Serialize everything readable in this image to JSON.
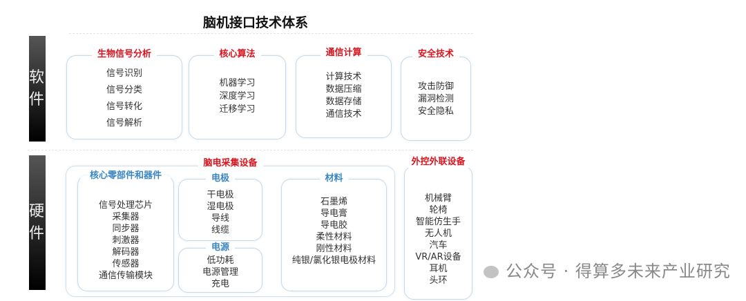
{
  "title": "脑机接口技术体系",
  "software": {
    "label": "软件",
    "groups": [
      {
        "title": "生物信号分析",
        "items": [
          "信号识别",
          "信号分类",
          "信号转化",
          "信号解析"
        ]
      },
      {
        "title": "核心算法",
        "items": [
          "机器学习",
          "深度学习",
          "迁移学习"
        ]
      },
      {
        "title": "通信计算",
        "items": [
          "计算技术",
          "数据压缩",
          "数据存储",
          "通信技术"
        ]
      },
      {
        "title": "安全技术",
        "items": [
          "攻击防御",
          "漏洞检测",
          "安全隐私"
        ]
      }
    ]
  },
  "hardware": {
    "label": "硬件",
    "acquisition": {
      "title": "脑电采集设备",
      "core": {
        "title": "核心零部件和器件",
        "items": [
          "信号处理芯片",
          "采集器",
          "同步器",
          "刺激器",
          "解码器",
          "传感器",
          "通信传输模块"
        ]
      },
      "electrode": {
        "title": "电极",
        "items": [
          "干电极",
          "湿电极",
          "导线",
          "线缆"
        ]
      },
      "power": {
        "title": "电源",
        "items": [
          "低功耗",
          "电源管理",
          "充电"
        ]
      },
      "materials": {
        "title": "材料",
        "items": [
          "石墨烯",
          "导电膏",
          "导电胶",
          "柔性材料",
          "刚性材料",
          "纯银/氯化银电极材料"
        ]
      }
    },
    "external": {
      "title": "外控外联设备",
      "items": [
        "机械臂",
        "轮椅",
        "智能仿生手",
        "无人机",
        "汽车",
        "VR/AR设备",
        "耳机",
        "头环"
      ]
    }
  },
  "watermark": "公众号 · 得算多未来产业研究"
}
